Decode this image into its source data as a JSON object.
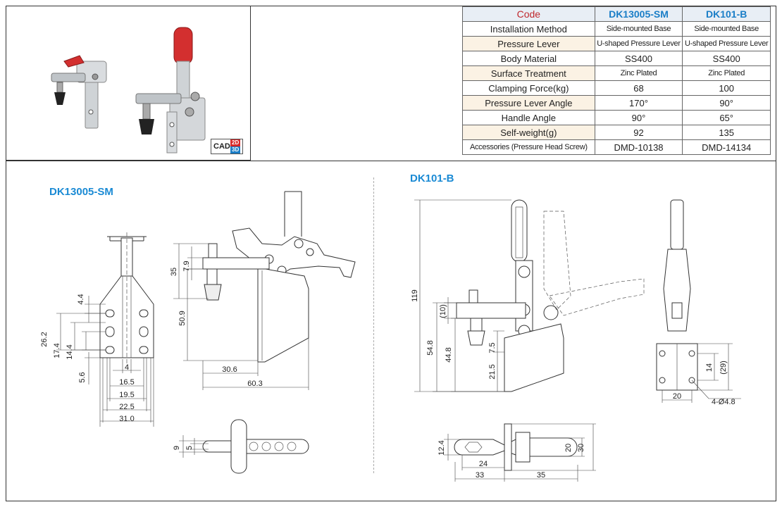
{
  "cad_badge": {
    "label": "CAD",
    "two_d": "2D",
    "three_d": "3D"
  },
  "spec_table": {
    "header": {
      "code": "Code",
      "model_a": "DK13005-SM",
      "model_b": "DK101-B"
    },
    "rows": [
      {
        "label": "Installation Method",
        "a": "Side-mounted Base",
        "b": "Side-mounted Base"
      },
      {
        "label": "Pressure Lever",
        "a": "U-shaped Pressure Lever",
        "b": "U-shaped Pressure Lever"
      },
      {
        "label": "Body Material",
        "a": "SS400",
        "b": "SS400"
      },
      {
        "label": "Surface Treatment",
        "a": "Zinc Plated",
        "b": "Zinc Plated"
      },
      {
        "label": "Clamping Force(kg)",
        "a": "68",
        "b": "100"
      },
      {
        "label": "Pressure Lever Angle",
        "a": "170°",
        "b": "90°"
      },
      {
        "label": "Handle Angle",
        "a": "90°",
        "b": "65°"
      },
      {
        "label": "Self-weight(g)",
        "a": "92",
        "b": "135"
      },
      {
        "label": "Accessories (Pressure Head Screw)",
        "a": "DMD-10138",
        "b": "DMD-14134"
      }
    ]
  },
  "drawing_a": {
    "title": "DK13005-SM",
    "front_dims": [
      "4.4",
      "26.2",
      "17.4",
      "14.4",
      "5.6",
      "4",
      "16.5",
      "19.5",
      "22.5",
      "31.0"
    ],
    "side_dims": [
      "35",
      "7.9",
      "50.9",
      "30.6",
      "60.3"
    ],
    "top_dims": [
      "9",
      "5"
    ]
  },
  "drawing_b": {
    "title": "DK101-B",
    "side_dims": [
      "119",
      "(10)",
      "54.8",
      "44.8",
      "7.5",
      "21.5"
    ],
    "front_dims": [
      "14",
      "(29)",
      "20",
      "4-Ø4.8"
    ],
    "top_dims": [
      "12.4",
      "24",
      "33",
      "35",
      "20",
      "30"
    ]
  }
}
